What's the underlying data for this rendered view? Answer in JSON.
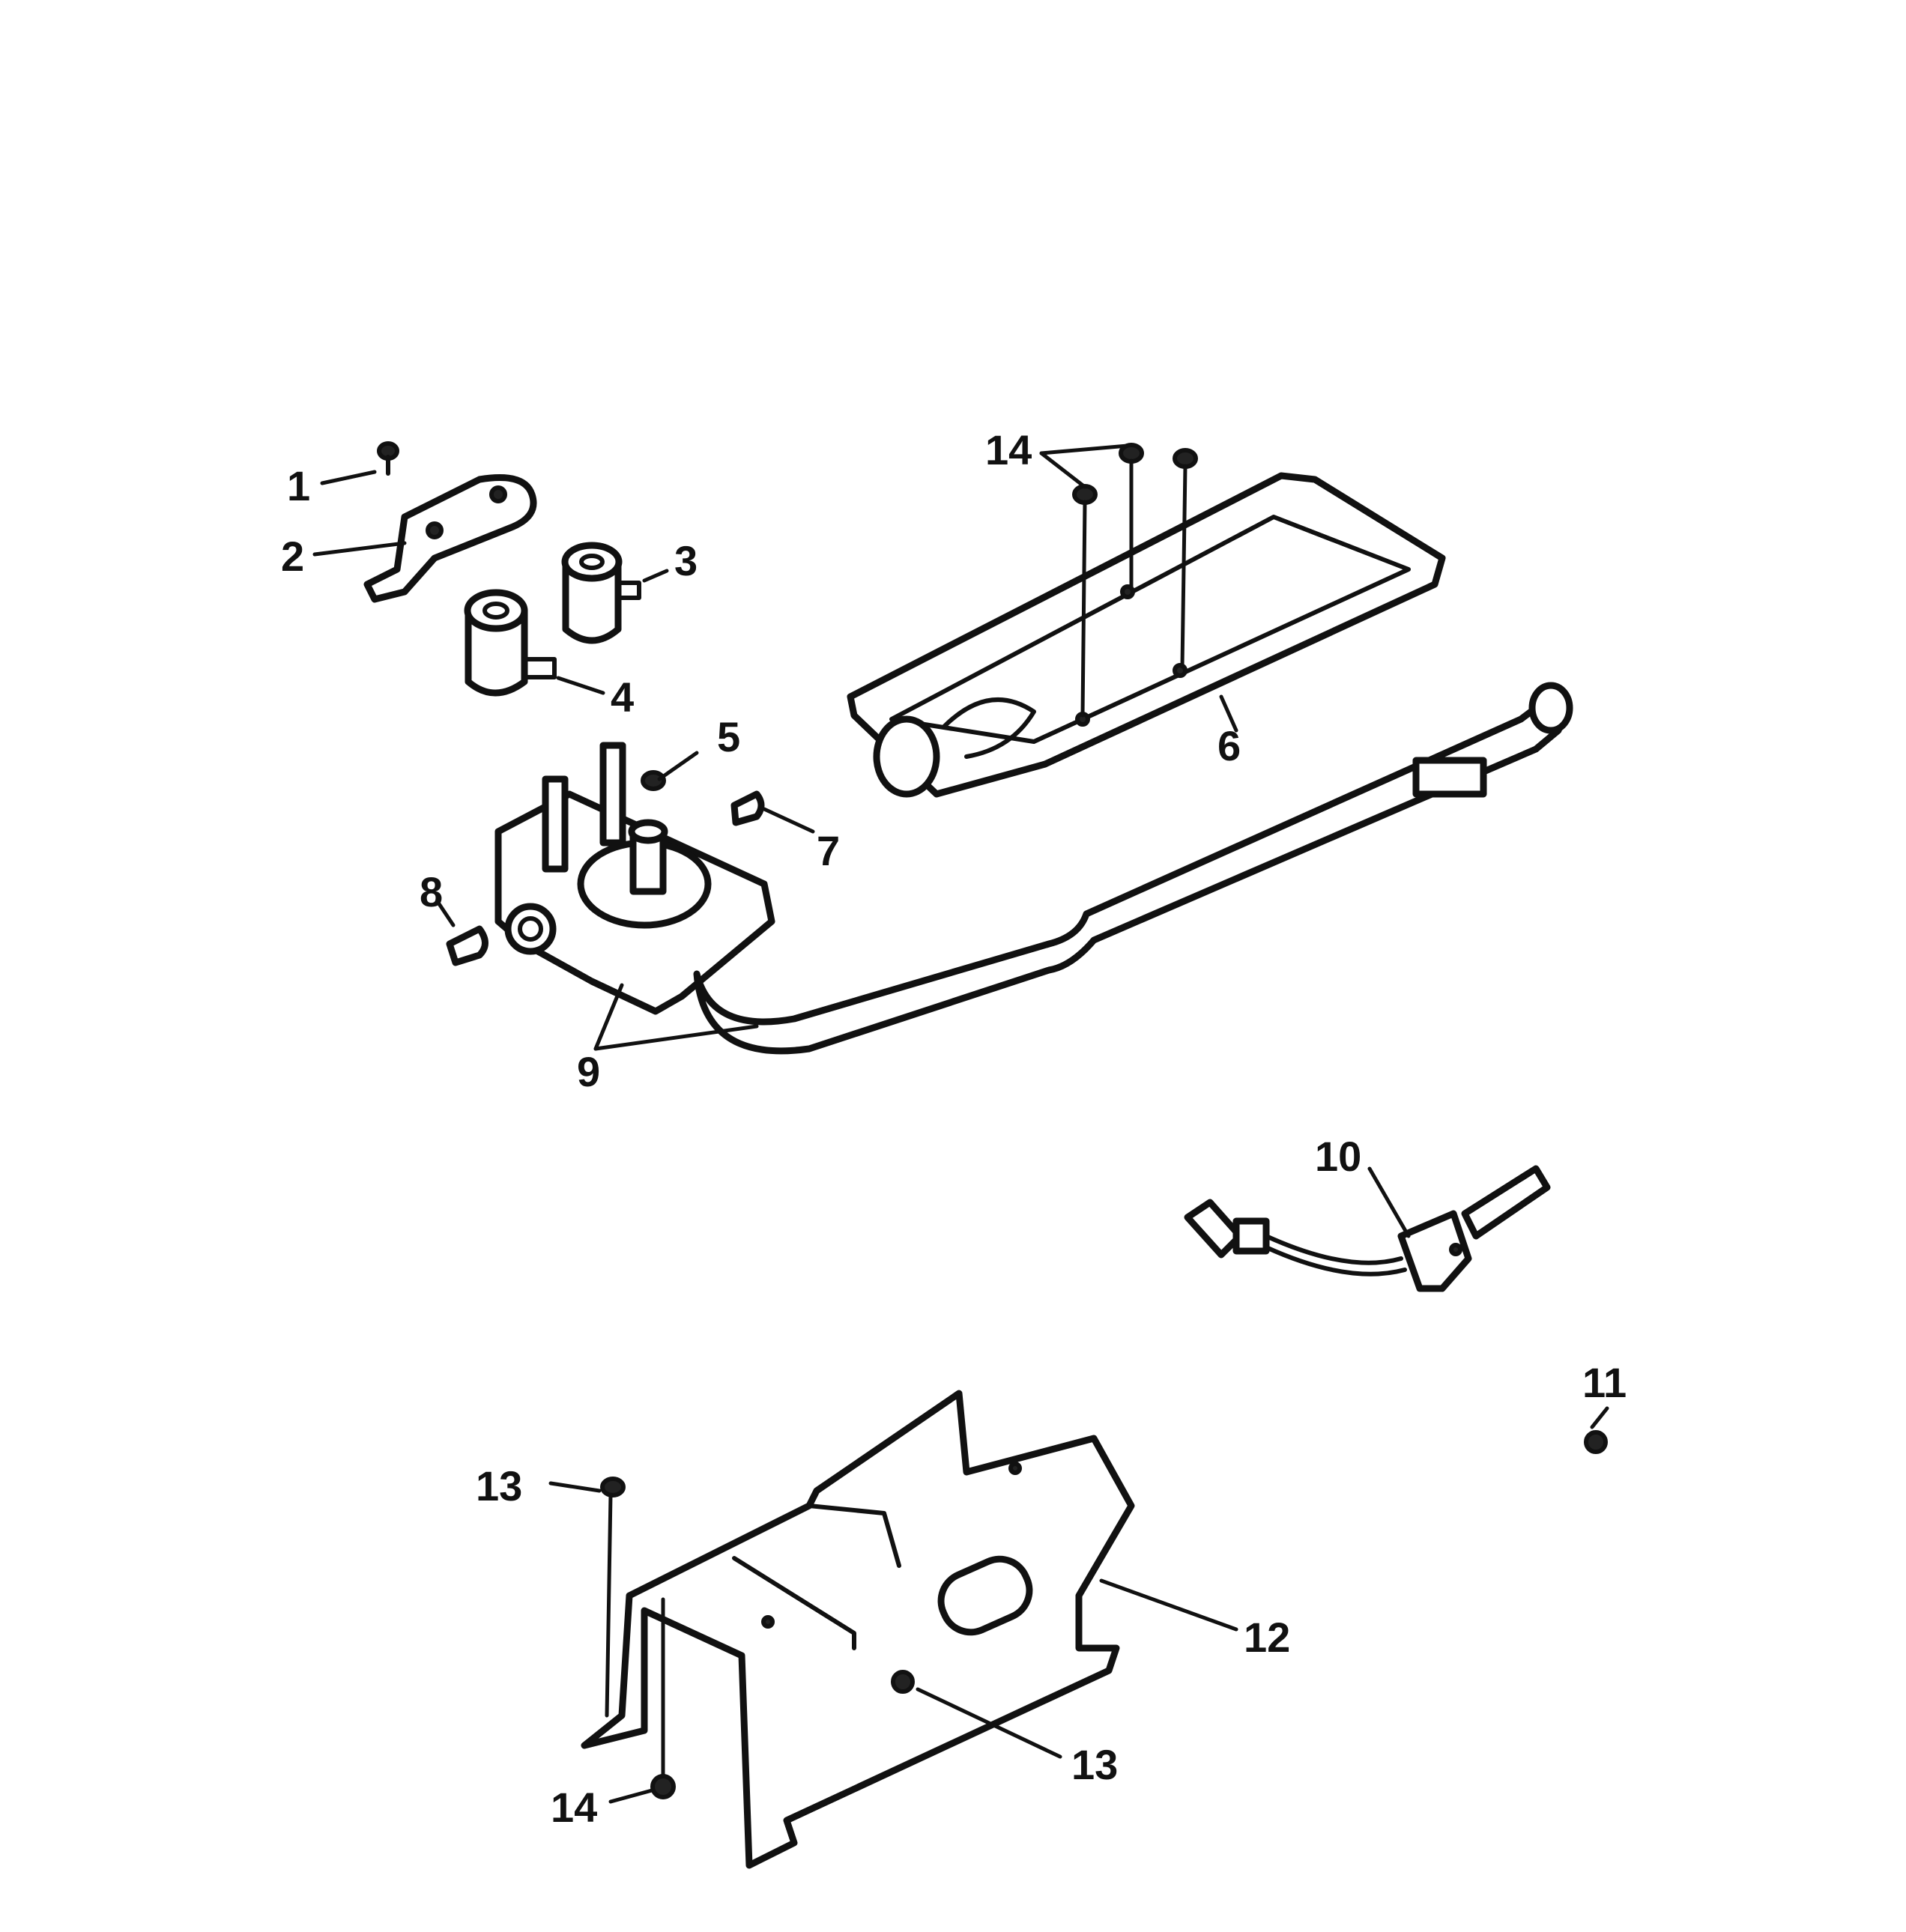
{
  "diagram": {
    "callouts": [
      {
        "id": "c1",
        "label": "1"
      },
      {
        "id": "c2",
        "label": "2"
      },
      {
        "id": "c3",
        "label": "3"
      },
      {
        "id": "c4",
        "label": "4"
      },
      {
        "id": "c5",
        "label": "5"
      },
      {
        "id": "c6",
        "label": "6"
      },
      {
        "id": "c7",
        "label": "7"
      },
      {
        "id": "c8",
        "label": "8"
      },
      {
        "id": "c9",
        "label": "9"
      },
      {
        "id": "c10",
        "label": "10"
      },
      {
        "id": "c11",
        "label": "11"
      },
      {
        "id": "c12",
        "label": "12"
      },
      {
        "id": "c13a",
        "label": "13"
      },
      {
        "id": "c13b",
        "label": "13"
      },
      {
        "id": "c14a",
        "label": "14"
      },
      {
        "id": "c14b",
        "label": "14"
      }
    ]
  }
}
